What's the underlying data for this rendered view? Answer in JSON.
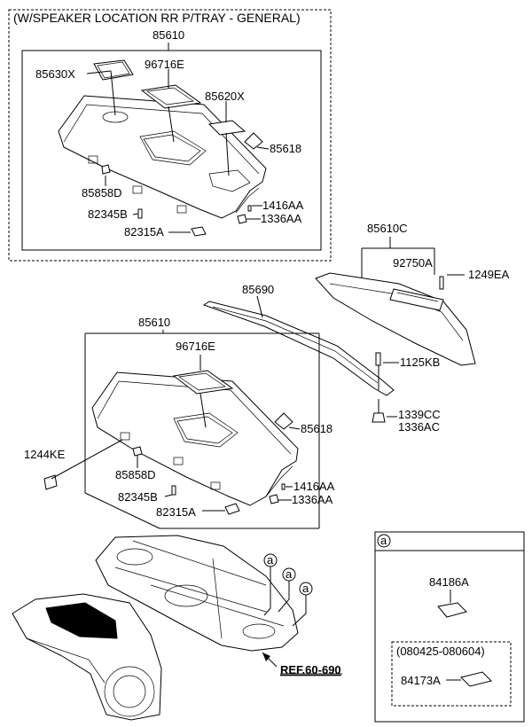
{
  "group_general": {
    "title": "(W/SPEAKER LOCATION RR P/TRAY - GENERAL)",
    "assembly": "85610",
    "parts": {
      "p85630X": "85630X",
      "p96716E": "96716E",
      "p85620X": "85620X",
      "p85618": "85618",
      "p85858D": "85858D",
      "p82345B": "82345B",
      "p82315A": "82315A",
      "p1416AA": "1416AA",
      "p1336AA": "1336AA"
    }
  },
  "group_cover": {
    "assembly": "85610C",
    "parts": {
      "p92750A": "92750A",
      "p1249EA": "1249EA",
      "p85690": "85690",
      "p1125KB": "1125KB",
      "p1339CC": "1339CC",
      "p1336AC": "1336AC"
    }
  },
  "group_main": {
    "assembly": "85610",
    "parts": {
      "p96716E": "96716E",
      "p85618": "85618",
      "p1244KE": "1244KE",
      "p85858D": "85858D",
      "p82345B": "82345B",
      "p82315A": "82315A",
      "p1416AA": "1416AA",
      "p1336AA": "1336AA"
    }
  },
  "floor": {
    "callout": "a",
    "reference": "REF.60-690"
  },
  "detail_a": {
    "marker": "a",
    "part": "84186A",
    "date_range": "(080425-080604)",
    "part_dated": "84173A"
  }
}
